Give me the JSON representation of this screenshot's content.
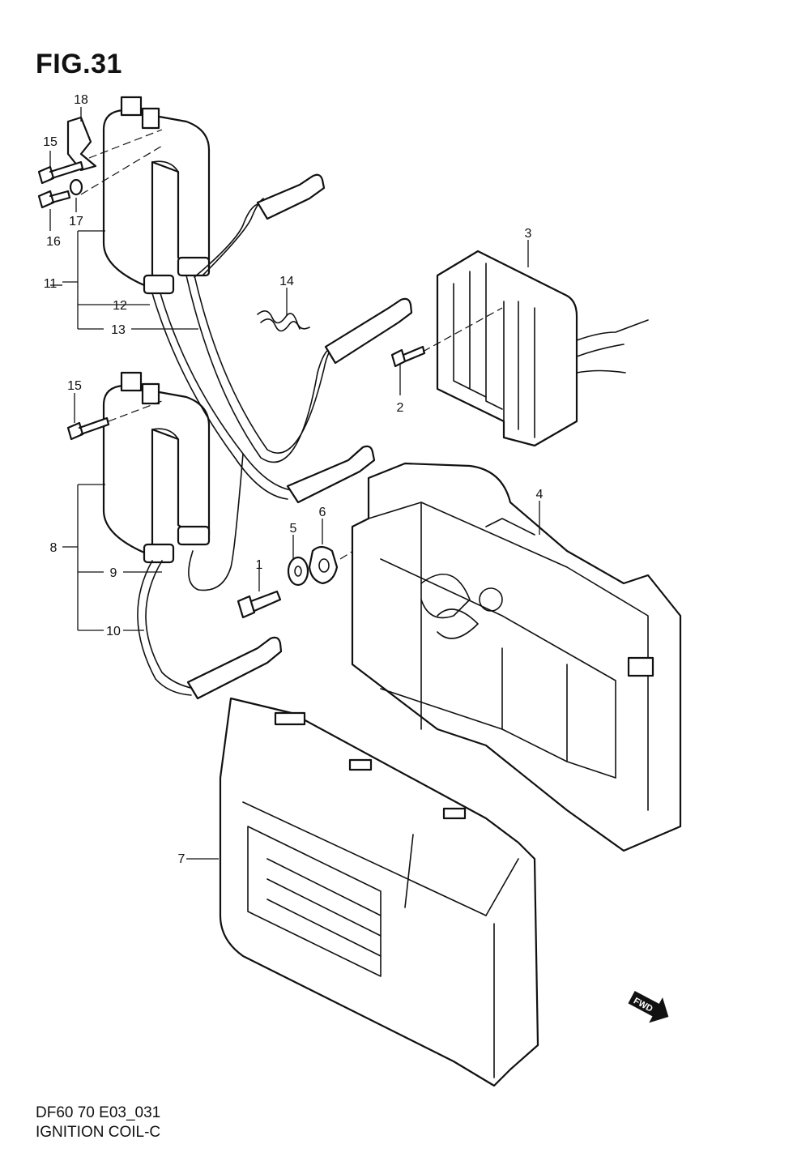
{
  "figure": {
    "title": "FIG.31",
    "code": "DF60 70 E03_031",
    "name": "IGNITION COIL-C",
    "fwd_label": "FWD"
  },
  "callouts": [
    "1",
    "2",
    "3",
    "4",
    "5",
    "6",
    "7",
    "8",
    "9",
    "10",
    "11",
    "12",
    "13",
    "14",
    "15",
    "15",
    "16",
    "17",
    "18"
  ],
  "parts": [
    {
      "ref": "1",
      "icon": "bolt-icon"
    },
    {
      "ref": "2",
      "icon": "screw-icon"
    },
    {
      "ref": "3",
      "icon": "rectifier-icon"
    },
    {
      "ref": "4",
      "icon": "bracket-box-icon"
    },
    {
      "ref": "5",
      "icon": "washer-icon"
    },
    {
      "ref": "6",
      "icon": "grommet-icon"
    },
    {
      "ref": "7",
      "icon": "cover-icon"
    },
    {
      "ref": "8",
      "icon": "ignition-coil-icon"
    },
    {
      "ref": "9",
      "icon": "spark-plug-cap-icon"
    },
    {
      "ref": "10",
      "icon": "spark-plug-cap-icon"
    },
    {
      "ref": "11",
      "icon": "ignition-coil-icon"
    },
    {
      "ref": "12",
      "icon": "spark-plug-cap-icon"
    },
    {
      "ref": "13",
      "icon": "spark-plug-cap-icon"
    },
    {
      "ref": "14",
      "icon": "clamp-icon"
    },
    {
      "ref": "15",
      "icon": "bolt-icon"
    },
    {
      "ref": "16",
      "icon": "bolt-icon"
    },
    {
      "ref": "17",
      "icon": "washer-icon"
    },
    {
      "ref": "18",
      "icon": "bracket-icon"
    }
  ]
}
